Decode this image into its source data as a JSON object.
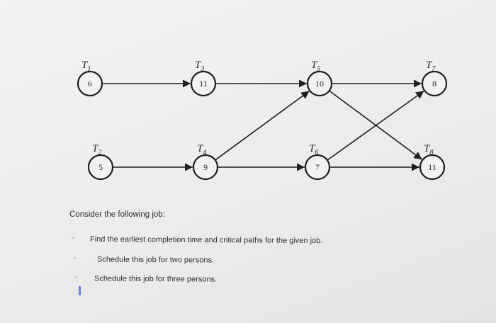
{
  "diagram": {
    "nodes": [
      {
        "id": "T1",
        "label": "T",
        "sub": "1",
        "weight": "6"
      },
      {
        "id": "T2",
        "label": "T",
        "sub": "2",
        "weight": "5"
      },
      {
        "id": "T3",
        "label": "T",
        "sub": "3",
        "weight": "11"
      },
      {
        "id": "T4",
        "label": "T",
        "sub": "4",
        "weight": "9"
      },
      {
        "id": "T5",
        "label": "T",
        "sub": "5",
        "weight": "10"
      },
      {
        "id": "T6",
        "label": "T",
        "sub": "6",
        "weight": "7"
      },
      {
        "id": "T7",
        "label": "T",
        "sub": "7",
        "weight": "8"
      },
      {
        "id": "T8",
        "label": "T",
        "sub": "8",
        "weight": "11"
      }
    ],
    "edges": [
      {
        "from": "T1",
        "to": "T3"
      },
      {
        "from": "T3",
        "to": "T5"
      },
      {
        "from": "T5",
        "to": "T7"
      },
      {
        "from": "T5",
        "to": "T8"
      },
      {
        "from": "T2",
        "to": "T4"
      },
      {
        "from": "T4",
        "to": "T5"
      },
      {
        "from": "T4",
        "to": "T6"
      },
      {
        "from": "T6",
        "to": "T7"
      },
      {
        "from": "T6",
        "to": "T8"
      }
    ]
  },
  "text": {
    "intro": "Consider the following job:",
    "items": [
      "Find the earliest completion time and critical paths for the given job.",
      "Schedule this job for two persons.",
      "Schedule this job for three persons."
    ]
  }
}
